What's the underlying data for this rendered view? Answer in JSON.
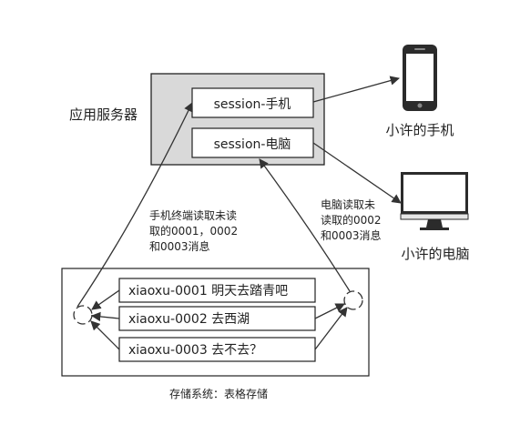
{
  "server": {
    "label": "应用服务器",
    "session_phone": "session-手机",
    "session_pc": "session-电脑"
  },
  "devices": {
    "phone_label": "小许的手机",
    "pc_label": "小许的电脑"
  },
  "notes": {
    "phone_lines": [
      "手机终端读取未读",
      "取的0001，0002",
      "和0003消息"
    ],
    "pc_lines": [
      "电脑读取未",
      "读取的0002",
      "和0003消息"
    ]
  },
  "storage": {
    "messages": [
      "xiaoxu-0001  明天去踏青吧",
      "xiaoxu-0002  去西湖",
      "xiaoxu-0003  去不去？"
    ],
    "caption": "存储系统：表格存储"
  },
  "colors": {
    "server_fill": "#d9d9d9",
    "device_dark": "#2b2b2b",
    "stroke": "#222222"
  },
  "icons": [
    "phone-icon",
    "monitor-icon"
  ]
}
